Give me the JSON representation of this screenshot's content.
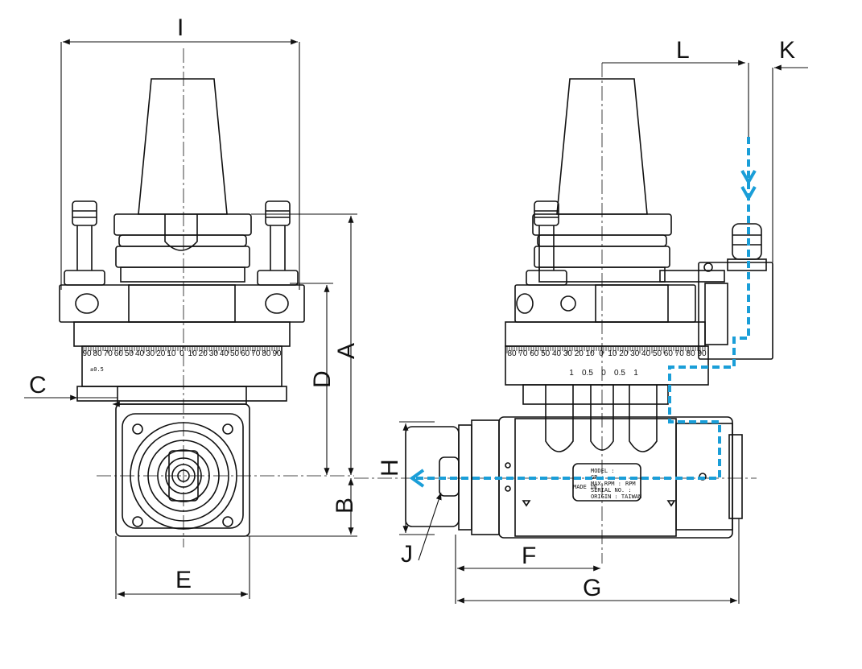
{
  "diagram": {
    "dimension_labels": {
      "A": "A",
      "B": "B",
      "C": "C",
      "D": "D",
      "E": "E",
      "F": "F",
      "G": "G",
      "H": "H",
      "I": "I",
      "J": "J",
      "K": "K",
      "L": "L"
    },
    "scale_numbers_front": [
      "90",
      "80",
      "70",
      "60",
      "50",
      "40",
      "30",
      "20",
      "10",
      "0",
      "10",
      "20",
      "30",
      "40",
      "50",
      "60",
      "70",
      "80",
      "90"
    ],
    "scale_numbers_side": [
      "80",
      "70",
      "60",
      "50",
      "40",
      "30",
      "20",
      "10",
      "0",
      "10",
      "20",
      "30",
      "40",
      "50",
      "60",
      "70",
      "80",
      "90"
    ],
    "vernier_numbers": [
      "1",
      "0.5",
      "0",
      "0.5",
      "1"
    ],
    "front_scale_tag": "±0.5",
    "plate_lines": [
      "MODEL :",
      "GR :",
      "MAX.RPM :",
      "SERIAL NO. :",
      "ORIGIN : TAIWAN"
    ],
    "plate_rpm_unit": "RPM",
    "made_in_label": "MADE IN",
    "colors": {
      "line": "#111111",
      "coolant": "#1a9ed8",
      "background": "#ffffff"
    }
  }
}
